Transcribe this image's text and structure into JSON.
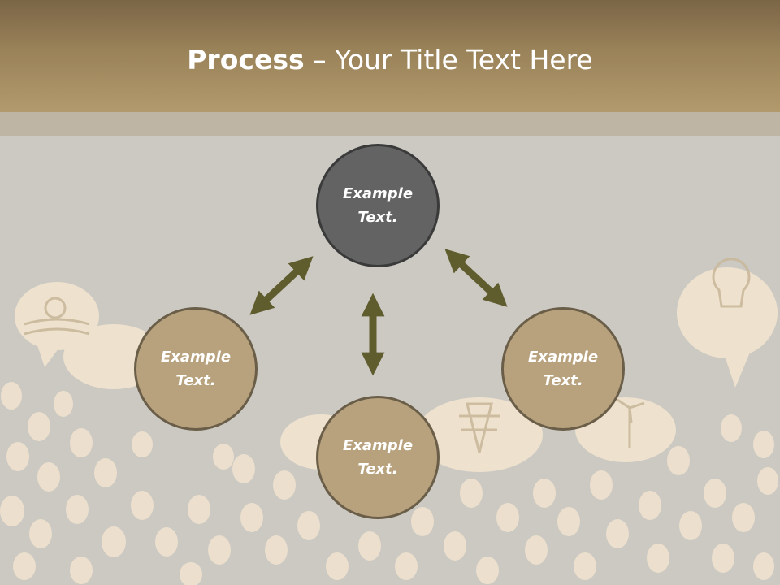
{
  "slide": {
    "title_bold": "Process",
    "title_rest": " – Your Title Text Here"
  },
  "nodes": {
    "top": "Example Text.",
    "left": "Example Text.",
    "bottom": "Example Text.",
    "right": "Example Text."
  },
  "colors": {
    "header": "#a08760",
    "background": "#cbc9c2",
    "node_top": "#636363",
    "node_other": "#b8a27e",
    "arrow": "#5f5c2e",
    "illustration": "#f2e4cf"
  }
}
